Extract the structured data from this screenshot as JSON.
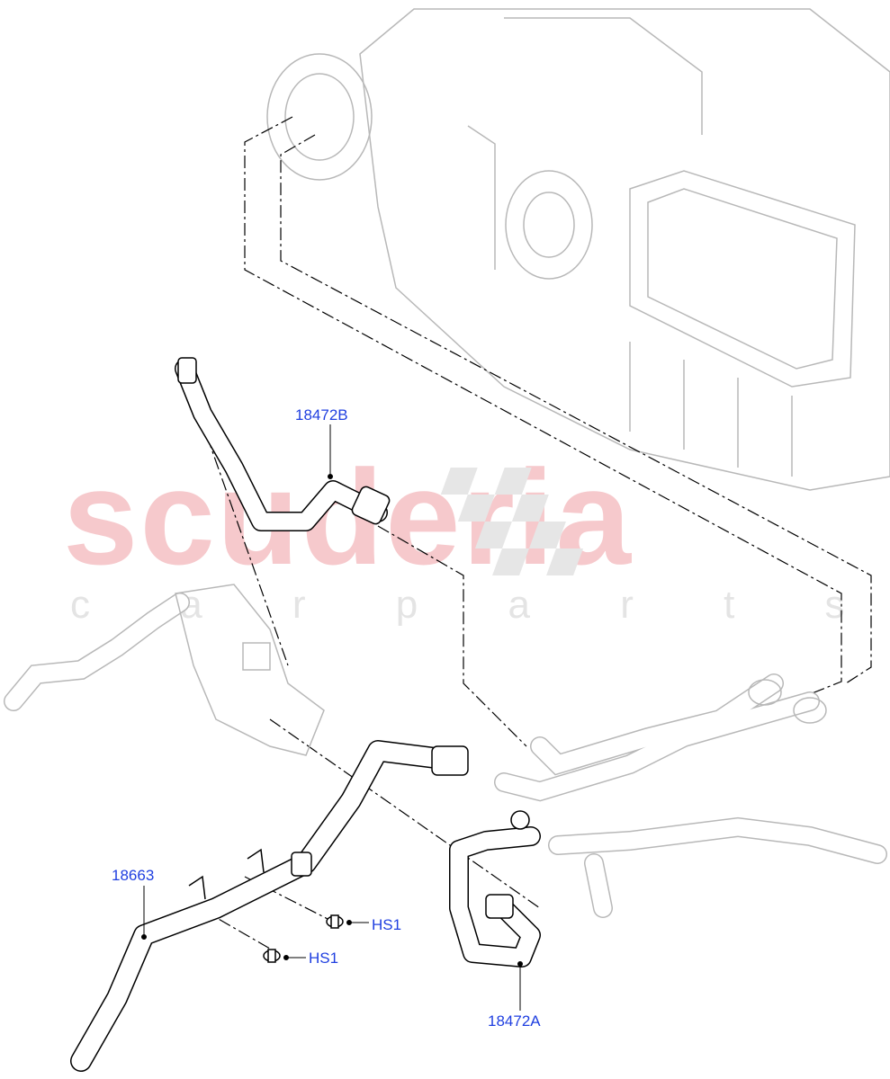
{
  "watermark": {
    "brand": "scuderia",
    "sub": "c a r p a r t s"
  },
  "callouts": [
    {
      "id": "18472B",
      "label": "18472B"
    },
    {
      "id": "18663",
      "label": "18663"
    },
    {
      "id": "HS1-upper",
      "label": "HS1"
    },
    {
      "id": "HS1-lower",
      "label": "HS1"
    },
    {
      "id": "18472A",
      "label": "18472A"
    }
  ],
  "colors": {
    "callout": "#1f3fe0",
    "watermark": "#f6c9cc",
    "background_parts": "#b8b8b8",
    "line": "#000000"
  }
}
